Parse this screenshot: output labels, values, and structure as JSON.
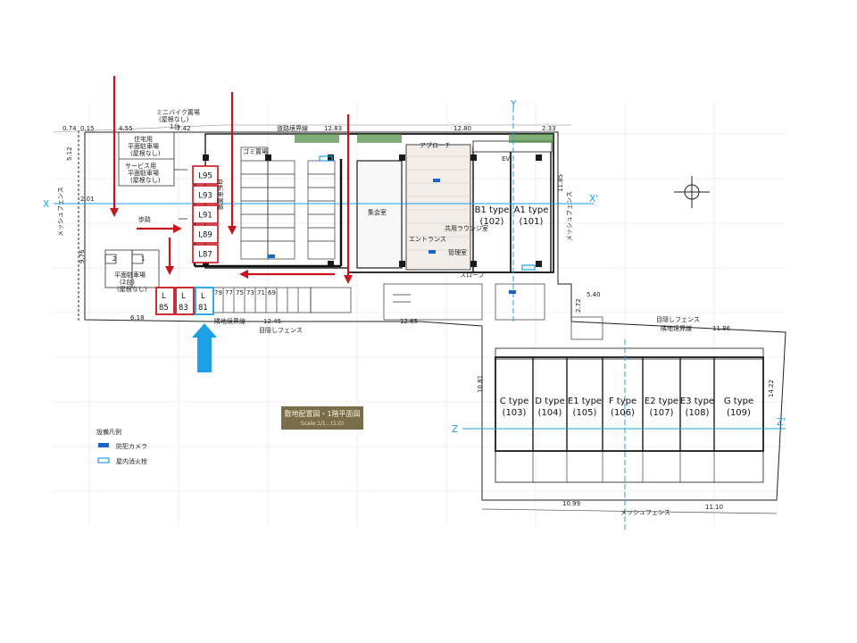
{
  "dimensions": {
    "d_074": "0.74",
    "d_015": "0.15",
    "d_455": "4.55",
    "d_742": "7.42",
    "d_512": "5.12",
    "d_201": "2.01",
    "d_976": "9.76",
    "d_1283": "12.83",
    "d_1280": "12.80",
    "d_233": "2.33",
    "d_1365": "11.85",
    "d_540": "5.40",
    "d_272": "2.72",
    "d_1186": "11.86",
    "d_1245": "12.45",
    "d_1265": "12.65",
    "d_618": "6.18",
    "d_1081": "10.81",
    "d_1422": "14.22",
    "d_1099": "10.99",
    "d_1110": "11.10"
  },
  "labels": {
    "minibike": "ミニバイク置場",
    "minibike_sub1": "(屋根なし)",
    "minibike_sub2": "1台",
    "parking_resident": "住宅用",
    "parking_resident_sub": "平面駐車場",
    "parking_resident_sub2": "(屋根なし)",
    "parking_service": "サービス用",
    "parking_service_sub": "平面駐車場",
    "parking_service_sub2": "(屋根なし)",
    "parking_flat": "平面駐車場",
    "parking_flat_sub": "(2台)",
    "parking_flat_sub2": "(屋根なし)",
    "walkway": "歩路",
    "garbage": "ゴミ置場",
    "bicycle": "自転車置場",
    "meeting": "集会室",
    "entrance": "エントランス",
    "management": "管理室",
    "lounge": "共用ラウンジ室",
    "approach": "アプローチ",
    "slope": "スロープ",
    "border_road_top": "道路境界線",
    "border_south": "隣地境界線",
    "fence_south": "目隠しフェンス",
    "fence_right": "目隠しフェンス",
    "border_right": "隣地境界線",
    "mesh_fence": "メッシュフェンス",
    "plan_title": "敷地配置図・1階平面図",
    "plan_scale": "Scale:1/1…(1:0)",
    "legend_title": "設備凡例",
    "legend_camera": "防犯カメラ",
    "legend_hydrant": "屋内消火栓",
    "axis_x_prime": "X'",
    "axis_x": "X",
    "axis_y": "Y",
    "axis_z": "Z",
    "axis_z_prime": "Z'",
    "bike_lot_1": "1",
    "bike_lot_2": "2",
    "ev": "EV"
  },
  "moto_lots": [
    "L95",
    "L93",
    "L91",
    "L89",
    "L87"
  ],
  "bottom_lots": [
    {
      "l": "L",
      "n": "85"
    },
    {
      "l": "L",
      "n": "83"
    },
    {
      "l": "L",
      "n": "81"
    }
  ],
  "small_numbers": [
    "79",
    "77",
    "75",
    "73",
    "71",
    "69"
  ],
  "upper_units": [
    {
      "type": "B1 type",
      "room": "(102)"
    },
    {
      "type": "A1 type",
      "room": "(101)"
    }
  ],
  "lower_units": [
    {
      "type": "C type",
      "room": "(103)"
    },
    {
      "type": "D type",
      "room": "(104)"
    },
    {
      "type": "E1 type",
      "room": "(105)"
    },
    {
      "type": "F type",
      "room": "(106)"
    },
    {
      "type": "E2 type",
      "room": "(107)"
    },
    {
      "type": "E3 type",
      "room": "(108)"
    },
    {
      "type": "G type",
      "room": "(109)"
    }
  ],
  "colors": {
    "red": "#c8141e",
    "blue": "#1ea0e6",
    "wall": "#1a1a1a",
    "green": "#4c8a3f"
  }
}
